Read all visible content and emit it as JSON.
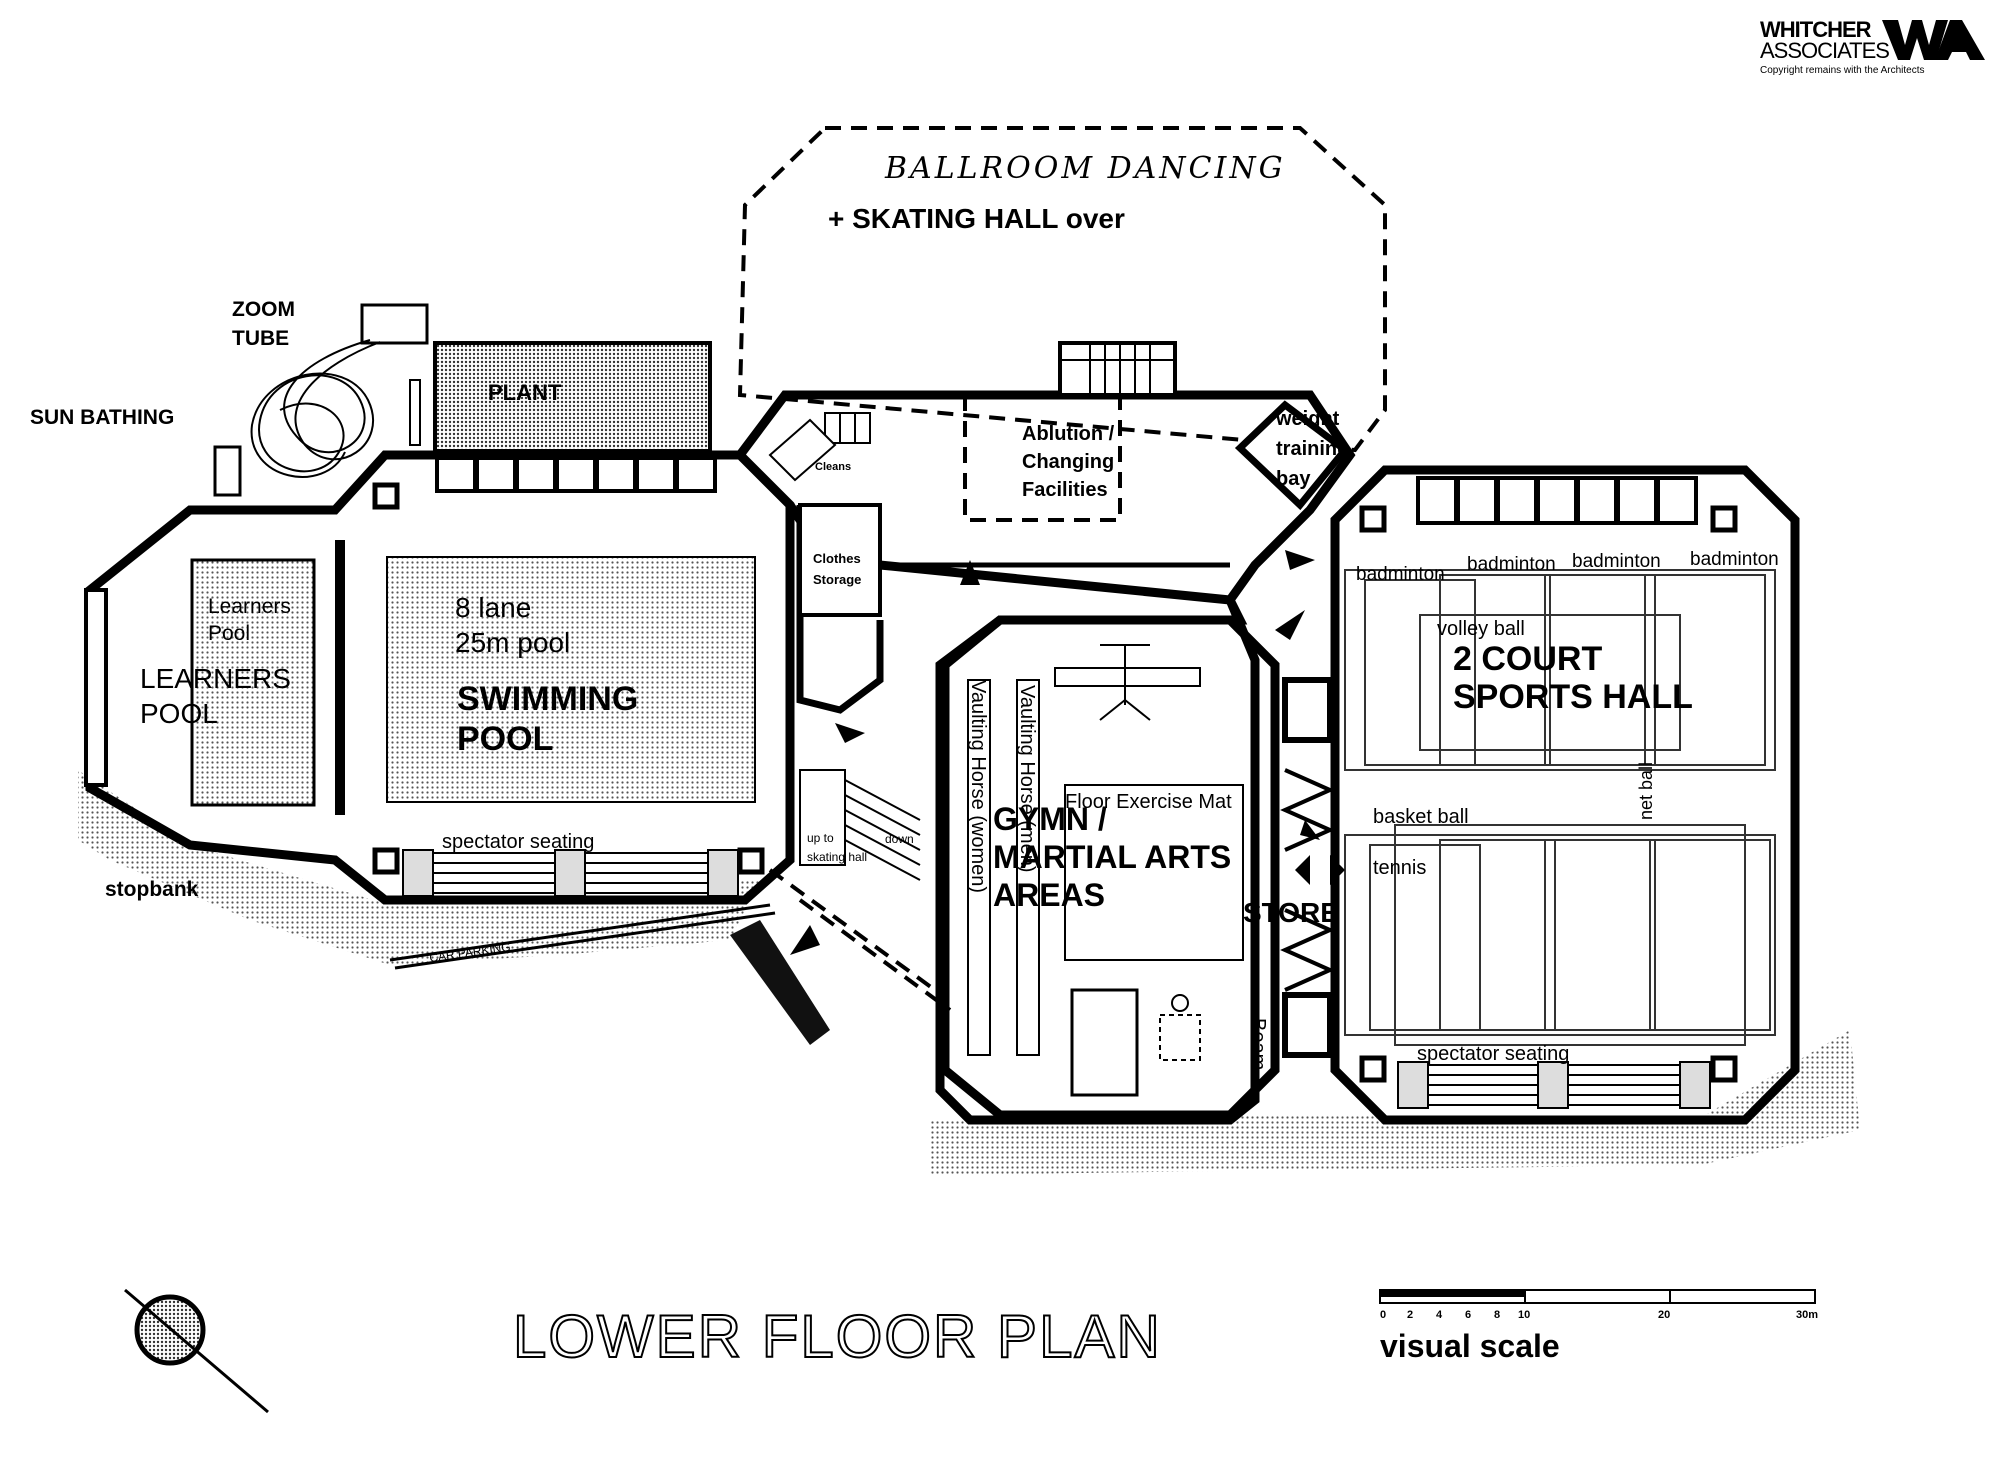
{
  "firm": {
    "name_line1": "WHITCHER",
    "name_line2": "ASSOCIATES",
    "copyright": "Copyright remains with the Architects"
  },
  "plan_title": "LOWER FLOOR PLAN",
  "scale": {
    "label": "visual scale",
    "ticks": [
      "0",
      "2",
      "4",
      "6",
      "8",
      "10",
      "20",
      "30m"
    ]
  },
  "labels": {
    "ballroom": "BALLROOM DANCING",
    "skating": "+   SKATING  HALL over",
    "zoom1": "ZOOM",
    "zoom2": "TUBE",
    "sun_bathing": "SUN BATHING",
    "plant": "PLANT",
    "cleans": "Cleans",
    "ablution1": "Ablution /",
    "ablution2": "Changing",
    "ablution3": "Facilities",
    "weight1": "weight",
    "weight2": "training",
    "weight3": "bay",
    "clothes1": "Clothes",
    "clothes2": "Storage",
    "learners_small1": "Learners",
    "learners_small2": "Pool",
    "learners1": "LEARNERS",
    "learners2": "POOL",
    "pool_lane1": "8 lane",
    "pool_lane2": "25m pool",
    "swimming1": "SWIMMING",
    "swimming2": "POOL",
    "spectator_pool": "spectator seating",
    "stopbank": "stopbank",
    "carpark": "CAR PARKING",
    "up_to1": "up to",
    "up_to2": "skating hall",
    "down": "down",
    "vaulting_women": "Vaulting Horse (women)",
    "vaulting_men": "Vaulting Horse (men)",
    "floor_mat": "Floor Exercise Mat",
    "gymn1": "GYMN /",
    "gymn2": "MARTIAL ARTS",
    "gymn3": "AREAS",
    "beam": "Beam",
    "store": "STORE",
    "badminton1": "badminton",
    "badminton2": "badminton",
    "badminton3": "badminton",
    "badminton4": "badminton",
    "volleyball": "volley ball",
    "court1": "2 COURT",
    "court2": "SPORTS HALL",
    "net_ball": "net ball",
    "basketball": "basket ball",
    "tennis": "tennis",
    "spectator_hall": "spectator seating"
  }
}
